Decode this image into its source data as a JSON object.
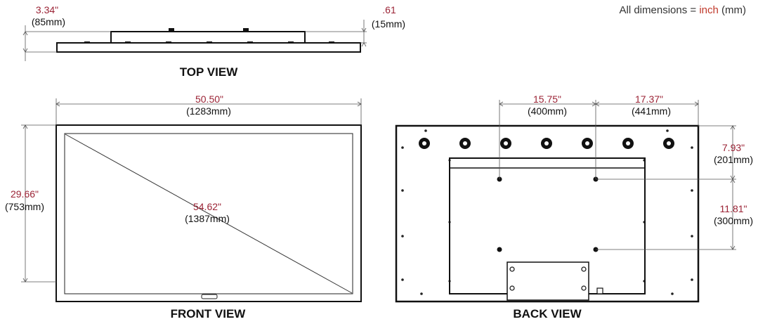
{
  "legend": {
    "prefix": "All dimensions = ",
    "unit_primary": "inch",
    "unit_secondary": " (mm)"
  },
  "top_view": {
    "title": "TOP VIEW",
    "depth": {
      "inch": "3.34\"",
      "mm": "(85mm)"
    },
    "bezel_depth": {
      "inch": ".61",
      "mm": "(15mm)"
    }
  },
  "front_view": {
    "title": "FRONT VIEW",
    "width": {
      "inch": "50.50\"",
      "mm": "(1283mm)"
    },
    "height": {
      "inch": "29.66\"",
      "mm": "(753mm)"
    },
    "diagonal": {
      "inch": "54.62\"",
      "mm": "(1387mm)"
    }
  },
  "back_view": {
    "title": "BACK VIEW",
    "vesa_width": {
      "inch": "15.75\"",
      "mm": "(400mm)"
    },
    "edge_offset": {
      "inch": "17.37\"",
      "mm": "(441mm)"
    },
    "top_offset": {
      "inch": "7.93\"",
      "mm": "(201mm)"
    },
    "vesa_height": {
      "inch": "11.81\"",
      "mm": "(300mm)"
    }
  },
  "colors": {
    "dimension_value": "#9b2335",
    "legend_accent": "#c0392b",
    "outline": "#111111"
  }
}
